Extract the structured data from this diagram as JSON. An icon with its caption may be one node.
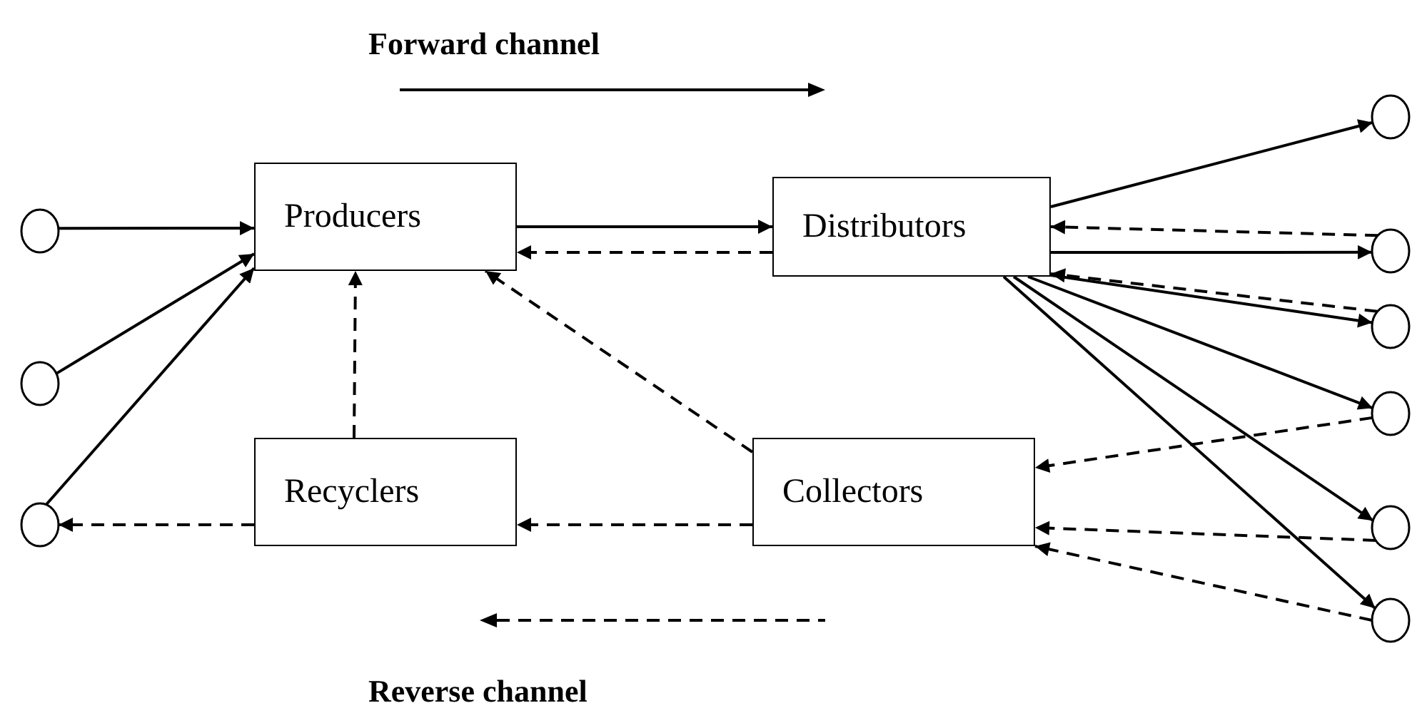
{
  "diagram": {
    "nodes": [
      {
        "text": [
          "Producers"
        ]
      },
      {
        "text": [
          "Distributors"
        ]
      },
      {
        "text": [
          "Recyclers"
        ]
      },
      {
        "text": [
          "Collectors"
        ]
      },
      {
        "text": [],
        "shape": "circle"
      },
      {
        "text": [],
        "shape": "circle"
      },
      {
        "text": [],
        "shape": "circle"
      },
      {
        "text": [],
        "shape": "circle"
      },
      {
        "text": [],
        "shape": "circle"
      },
      {
        "text": [],
        "shape": "circle"
      },
      {
        "text": [],
        "shape": "circle"
      },
      {
        "text": [],
        "shape": "circle"
      },
      {
        "text": [],
        "shape": "circle"
      }
    ],
    "edges": [
      {
        "from": 4,
        "to": 0,
        "arrow": "to"
      },
      {
        "from": 5,
        "to": 0,
        "arrow": "to"
      },
      {
        "from": 6,
        "to": 0,
        "arrow": "to"
      },
      {
        "from": 0,
        "to": 1,
        "arrow": "to"
      },
      {
        "from": 1,
        "to": 0,
        "arrow": "to",
        "style": "dashed"
      },
      {
        "from": 2,
        "to": 0,
        "arrow": "to",
        "style": "dashed"
      },
      {
        "from": 3,
        "to": 0,
        "arrow": "to",
        "style": "dashed"
      },
      {
        "from": 2,
        "to": 6,
        "arrow": "to",
        "style": "dashed"
      },
      {
        "from": 3,
        "to": 2,
        "arrow": "to",
        "style": "dashed"
      },
      {
        "from": 1,
        "to": 7,
        "arrow": "to"
      },
      {
        "from": 8,
        "to": 1,
        "arrow": "to",
        "style": "dashed"
      },
      {
        "from": 1,
        "to": 8,
        "arrow": "to"
      },
      {
        "from": 9,
        "to": 1,
        "arrow": "to",
        "style": "dashed"
      },
      {
        "from": 1,
        "to": 9,
        "arrow": "to"
      },
      {
        "from": 1,
        "to": 10,
        "arrow": "to"
      },
      {
        "from": 10,
        "to": 3,
        "arrow": "to",
        "style": "dashed"
      },
      {
        "from": 1,
        "to": 11,
        "arrow": "to"
      },
      {
        "from": 11,
        "to": 3,
        "arrow": "to",
        "style": "dashed"
      },
      {
        "from": 1,
        "to": 12,
        "arrow": "to"
      },
      {
        "from": 12,
        "to": 3,
        "arrow": "to",
        "style": "dashed"
      }
    ],
    "labels": [
      "Forward channel",
      "Reverse channel"
    ]
  }
}
